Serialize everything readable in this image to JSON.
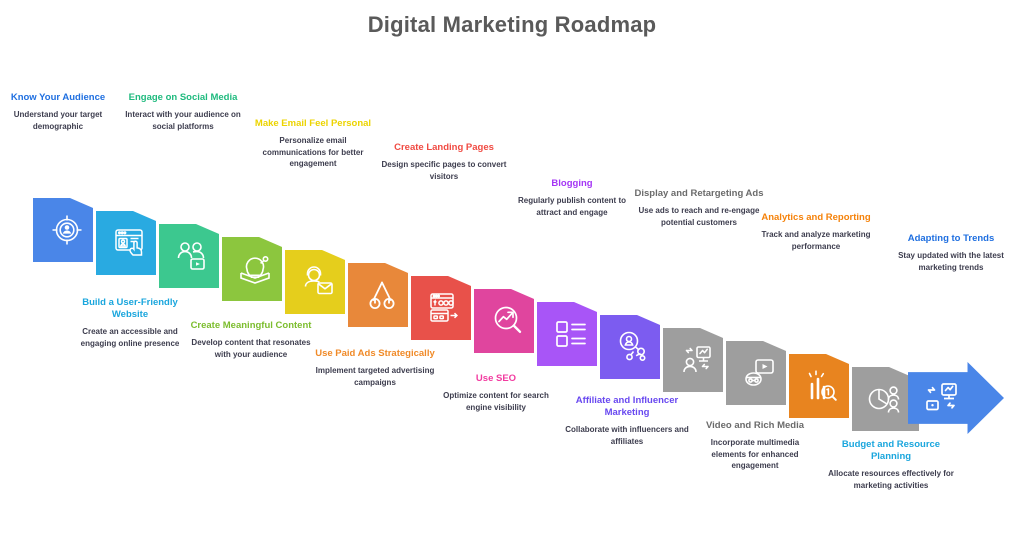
{
  "title": "Digital Marketing Roadmap",
  "colors": {
    "title": "#5a5a5a",
    "description": "#3d3d4e",
    "background": "#ffffff"
  },
  "steps": [
    {
      "n": 1,
      "head": "Know Your Audience",
      "desc": "Understand your target demographic",
      "color": "#4a86e8",
      "icon": "target-audience-icon",
      "side": "top"
    },
    {
      "n": 2,
      "head": "Build a User-Friendly Website",
      "desc": "Create an accessible and engaging online presence",
      "color": "#29aae1",
      "icon": "website-touch-icon",
      "side": "bottom"
    },
    {
      "n": 3,
      "head": "Engage on Social Media",
      "desc": "Interact with your audience on social platforms",
      "color": "#3cc88f",
      "icon": "social-users-video-icon",
      "side": "top"
    },
    {
      "n": 4,
      "head": "Create Meaningful Content",
      "desc": "Develop content that resonates with your audience",
      "color": "#8cc63e",
      "icon": "content-book-idea-icon",
      "side": "bottom"
    },
    {
      "n": 5,
      "head": "Make Email Feel Personal",
      "desc": "Personalize email communications for better engagement",
      "color": "#e5ce1c",
      "icon": "email-person-icon",
      "side": "top"
    },
    {
      "n": 6,
      "head": "Use Paid Ads Strategically",
      "desc": "Implement targeted advertising campaigns",
      "color": "#e8883a",
      "icon": "paid-ads-icon",
      "side": "bottom"
    },
    {
      "n": 7,
      "head": "Create Landing Pages",
      "desc": "Design specific pages to convert visitors",
      "color": "#e8514a",
      "icon": "landing-page-conversion-icon",
      "side": "top"
    },
    {
      "n": 8,
      "head": "Use SEO",
      "desc": "Optimize content for search engine visibility",
      "color": "#e0459e",
      "icon": "seo-search-growth-icon",
      "side": "bottom"
    },
    {
      "n": 9,
      "head": "Blogging",
      "desc": "Regularly publish content to attract and engage",
      "color": "#a855f7",
      "icon": "blog-layout-icon",
      "side": "top"
    },
    {
      "n": 10,
      "head": "Affiliate and Influencer Marketing",
      "desc": "Collaborate with influencers and affiliates",
      "color": "#7c5cf0",
      "icon": "influencer-network-icon",
      "side": "bottom"
    },
    {
      "n": 11,
      "head": "Display and Retargeting Ads",
      "desc": "Use ads to reach and re-engage potential customers",
      "color": "#9e9e9e",
      "icon": "retargeting-ads-icon",
      "side": "top"
    },
    {
      "n": 12,
      "head": "Video and Rich Media",
      "desc": "Incorporate multimedia elements for enhanced engagement",
      "color": "#9e9e9e",
      "icon": "video-rich-media-icon",
      "side": "bottom"
    },
    {
      "n": 13,
      "head": "Analytics and Reporting",
      "desc": "Track and analyze marketing performance",
      "color": "#e8841f",
      "icon": "analytics-chart-magnifier-icon",
      "side": "top"
    },
    {
      "n": 14,
      "head": "Budget and Resource Planning",
      "desc": "Allocate resources effectively for marketing activities",
      "color": "#9e9e9e",
      "icon": "budget-pie-people-icon",
      "side": "bottom"
    },
    {
      "n": 15,
      "head": "Adapting to Trends",
      "desc": "Stay updated with the latest marketing trends",
      "color": "#4a86e8",
      "icon": "adapt-trends-arrow-icon",
      "side": "top"
    }
  ]
}
